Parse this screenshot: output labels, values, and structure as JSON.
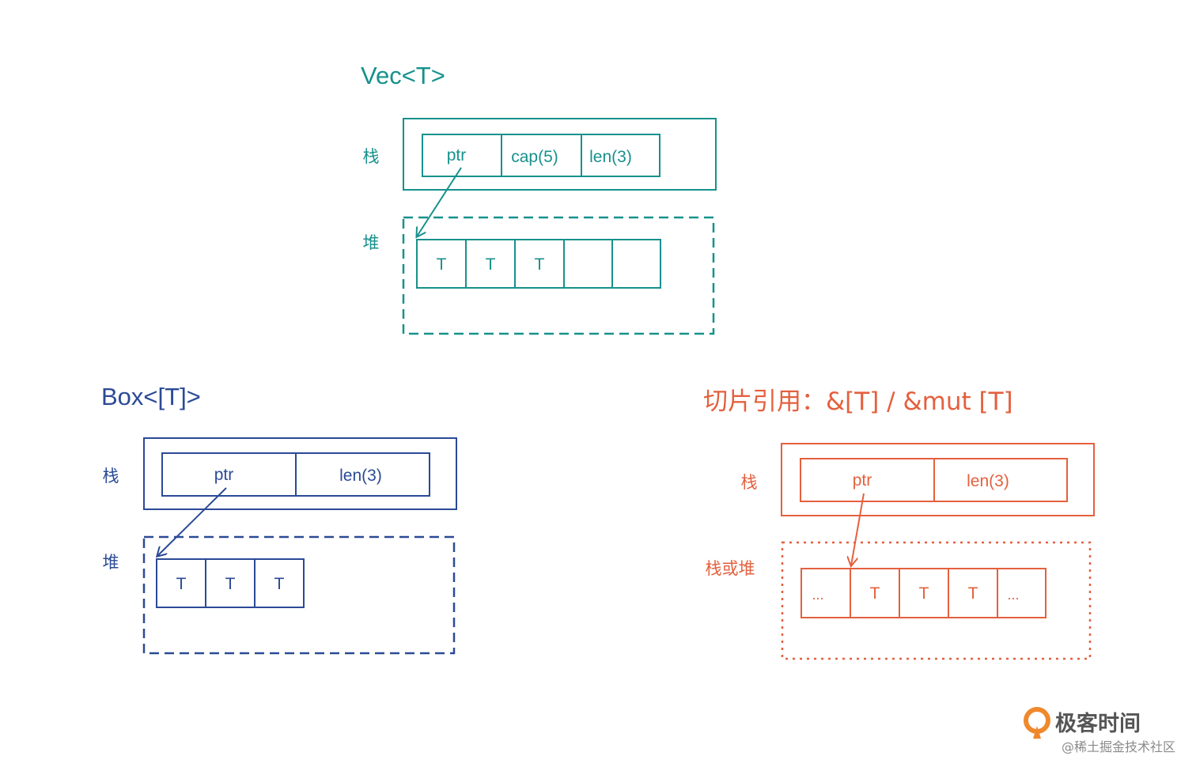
{
  "colors": {
    "vec": "#17918c",
    "box": "#2b4a96",
    "slice": "#e4603e",
    "logo_text": "#555555",
    "logo_sub": "#8a8a8a",
    "logo_orange": "#f0882c"
  },
  "vec": {
    "title": "Vec<T>",
    "stack_label": "栈",
    "heap_label": "堆",
    "fields": [
      "ptr",
      "cap(5)",
      "len(3)"
    ],
    "heap_cells": [
      "T",
      "T",
      "T",
      "",
      ""
    ]
  },
  "box": {
    "title": "Box<[T]>",
    "stack_label": "栈",
    "heap_label": "堆",
    "fields": [
      "ptr",
      "len(3)"
    ],
    "heap_cells": [
      "T",
      "T",
      "T"
    ]
  },
  "slice": {
    "title": "切片引用：&[T] / &mut [T]",
    "stack_label": "栈",
    "heap_label": "栈或堆",
    "fields": [
      "ptr",
      "len(3)"
    ],
    "heap_cells": [
      "...",
      "T",
      "T",
      "T",
      "..."
    ]
  },
  "watermark": {
    "brand": "极客时间",
    "sub": "@稀土掘金技术社区",
    "icon": "geektime-logo-icon"
  }
}
